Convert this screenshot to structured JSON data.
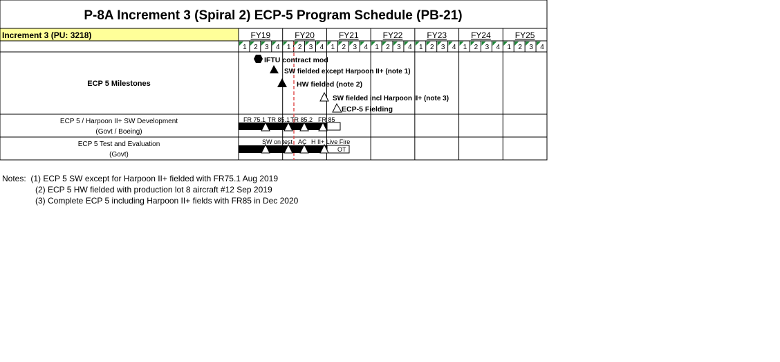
{
  "title": "P-8A Increment 3 (Spiral 2) ECP-5 Program Schedule (PB-21)",
  "increment_label": "Increment 3 (PU: 3218)",
  "fiscal_years": [
    "FY19",
    "FY20",
    "FY21",
    "FY22",
    "FY23",
    "FY24",
    "FY25"
  ],
  "quarters": [
    "1",
    "2",
    "3",
    "4"
  ],
  "colors": {
    "increment_bg": "#ffff99",
    "quarter_tick": "#1f8a3a",
    "today_line": "#e05050",
    "bar": "#000000"
  },
  "rows": {
    "milestones": "ECP 5 Milestones",
    "sw_dev_line1": "ECP 5 / Harpoon II+ SW Development",
    "sw_dev_line2": "(Govt / Boeing)",
    "test_line1": "ECP 5 Test and Evaluation",
    "test_line2": "(Govt)"
  },
  "milestones": [
    {
      "label": "IFTU contract mod",
      "marker": "hexagon-filled"
    },
    {
      "label": "SW fielded except Harpoon II+ (note 1)",
      "marker": "triangle-filled"
    },
    {
      "label": "HW fielded (note 2)",
      "marker": "triangle-filled"
    },
    {
      "label": "SW fielded incl Harpoon II+ (note 3)",
      "marker": "triangle-open"
    },
    {
      "label": "ECP-5 Fielding",
      "marker": "triangle-open"
    }
  ],
  "sw_dev_markers": [
    "FR 75.1",
    "TR 85.1",
    "TR 85.2",
    "FR 85"
  ],
  "test_markers": [
    "SW on test",
    "AC",
    "H II+ Live Fire"
  ],
  "test_bar_label": "OT",
  "notes": {
    "prefix": "Notes:",
    "n1": "(1) ECP 5 SW except for Harpoon II+ fielded with FR75.1 Aug 2019",
    "n2": "(2) ECP 5 HW fielded with production lot 8 aircraft #12 Sep 2019",
    "n3": "(3) Complete ECP 5 including Harpoon II+ fields with FR85 in Dec 2020"
  }
}
